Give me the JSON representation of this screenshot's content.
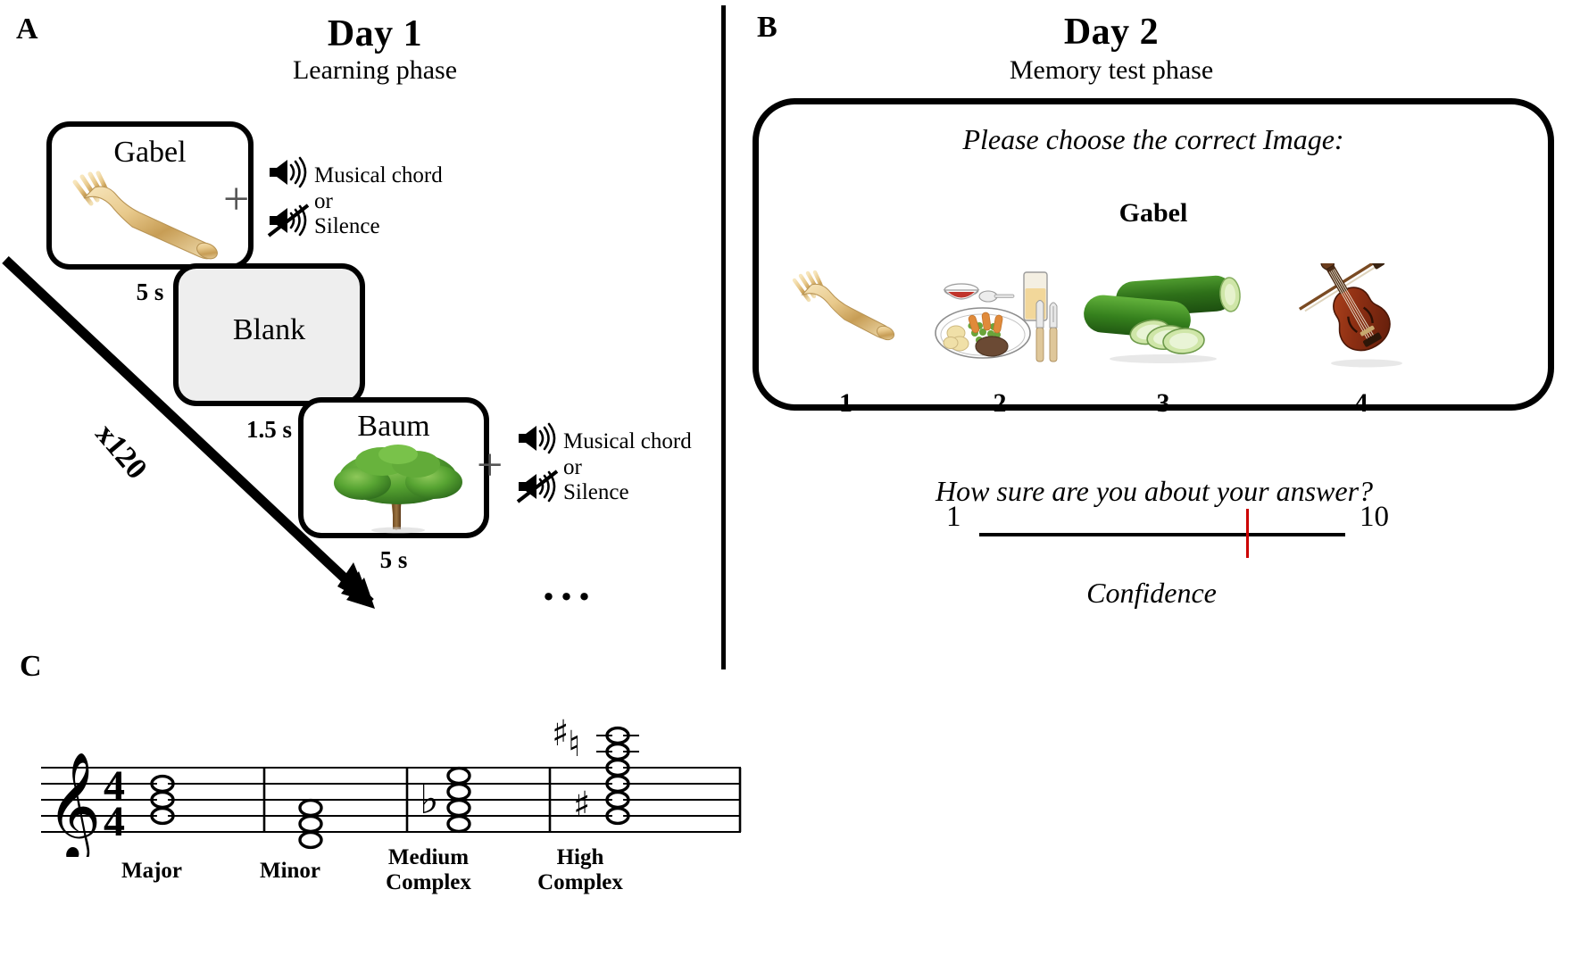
{
  "panels": {
    "a": {
      "letter": "A",
      "title": "Day 1",
      "subtitle": "Learning phase"
    },
    "b": {
      "letter": "B",
      "title": "Day 2",
      "subtitle": "Memory test phase"
    },
    "c": {
      "letter": "C"
    }
  },
  "learning": {
    "repeat_label": "x120",
    "ellipsis": "...",
    "trials": [
      {
        "word": "Gabel",
        "image": "fork-image",
        "duration": "5 s",
        "plus": "+",
        "audio": {
          "sound_icon": "speaker-on-icon",
          "sound_label": "Musical chord",
          "or_label": "or",
          "mute_icon": "speaker-muted-icon",
          "mute_label": "Silence"
        }
      },
      {
        "word": "Baum",
        "image": "tree-image",
        "duration": "5 s",
        "plus": "+",
        "audio": {
          "sound_icon": "speaker-on-icon",
          "sound_label": "Musical chord",
          "or_label": "or",
          "mute_icon": "speaker-muted-icon",
          "mute_label": "Silence"
        }
      }
    ],
    "blank": {
      "word": "Blank",
      "duration": "1.5 s",
      "fill_color": "#eeeeee"
    }
  },
  "memory_test": {
    "prompt": "Please choose the correct Image:",
    "target_word": "Gabel",
    "choices": [
      {
        "number": "1",
        "image": "fork-image"
      },
      {
        "number": "2",
        "image": "dinner-plate-image"
      },
      {
        "number": "3",
        "image": "cucumber-image"
      },
      {
        "number": "4",
        "image": "violin-image"
      }
    ],
    "confidence": {
      "question": "How sure are you about your answer?",
      "min_label": "1",
      "max_label": "10",
      "scale_label": "Confidence",
      "marker_position_pct": 73,
      "marker_color": "#cc0000"
    }
  },
  "chord_data": {
    "time_signature": {
      "upper": "4",
      "lower": "4"
    },
    "clef": "treble-clef",
    "chords": [
      {
        "label": "Major",
        "accidental": "",
        "note_count": 3
      },
      {
        "label": "Minor",
        "accidental": "",
        "note_count": 3
      },
      {
        "label": "Medium\nComplex",
        "accidental": "flat",
        "note_count": 4
      },
      {
        "label": "High\nComplex",
        "accidental": "sharp",
        "note_count": 6
      }
    ],
    "labels": [
      "Major",
      "Minor",
      "Medium Complex",
      "High Complex"
    ]
  },
  "colors": {
    "ink": "#000000",
    "blank_fill": "#eeeeee",
    "marker_red": "#cc0000",
    "plus_grey": "#555555"
  }
}
